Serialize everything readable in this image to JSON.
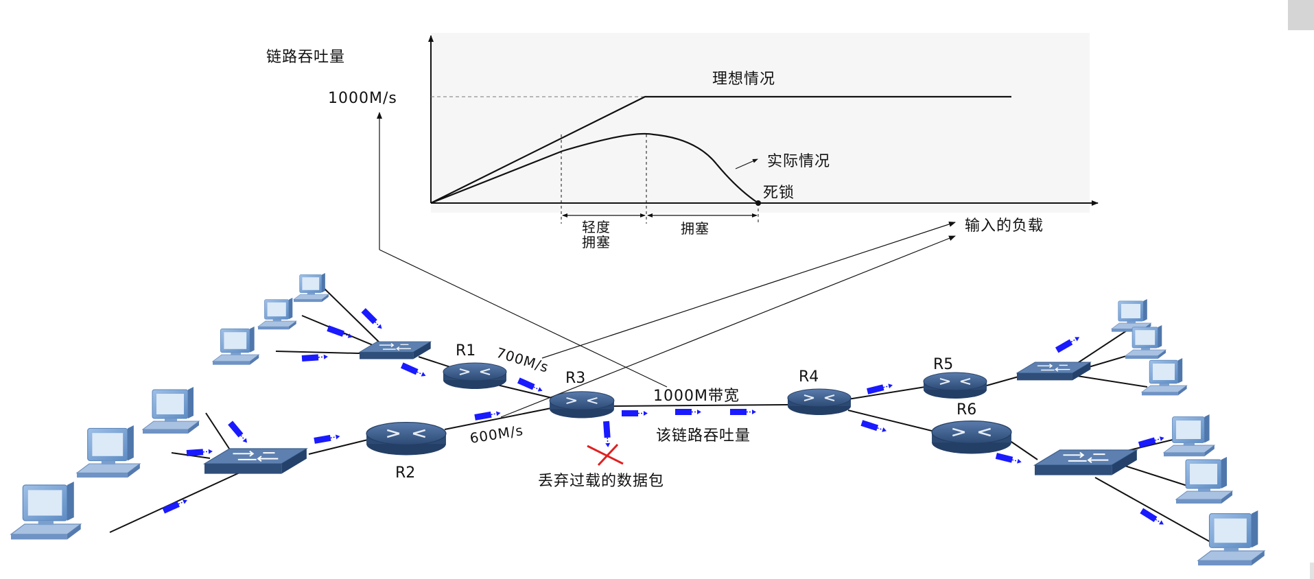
{
  "chart": {
    "y_axis_label": "链路吞吐量",
    "y_tick": "1000M/s",
    "x_axis_label": "输入的负载",
    "ideal_label": "理想情况",
    "actual_label": "实际情况",
    "deadlock_label": "死锁",
    "light_congestion_line1": "轻度",
    "light_congestion_line2": "拥塞",
    "congestion_label": "拥塞"
  },
  "network": {
    "routers": [
      "R1",
      "R2",
      "R3",
      "R4",
      "R5",
      "R6"
    ],
    "link_r1_r3": "700M/s",
    "link_r2_r3": "600M/s",
    "link_r3_r4": "1000M带宽",
    "link_throughput_label": "该链路吞吐量",
    "dropped_packets_label": "丢弃过载的数据包"
  },
  "colors": {
    "packet": "#1a1aff",
    "router_body": "#2f4f7a",
    "router_top": "#4d6f9e",
    "switch_body": "#3e5f8c",
    "monitor_screen": "#c9dcf0",
    "monitor_frame": "#6f9ccf",
    "drop_mark": "#e02020"
  }
}
